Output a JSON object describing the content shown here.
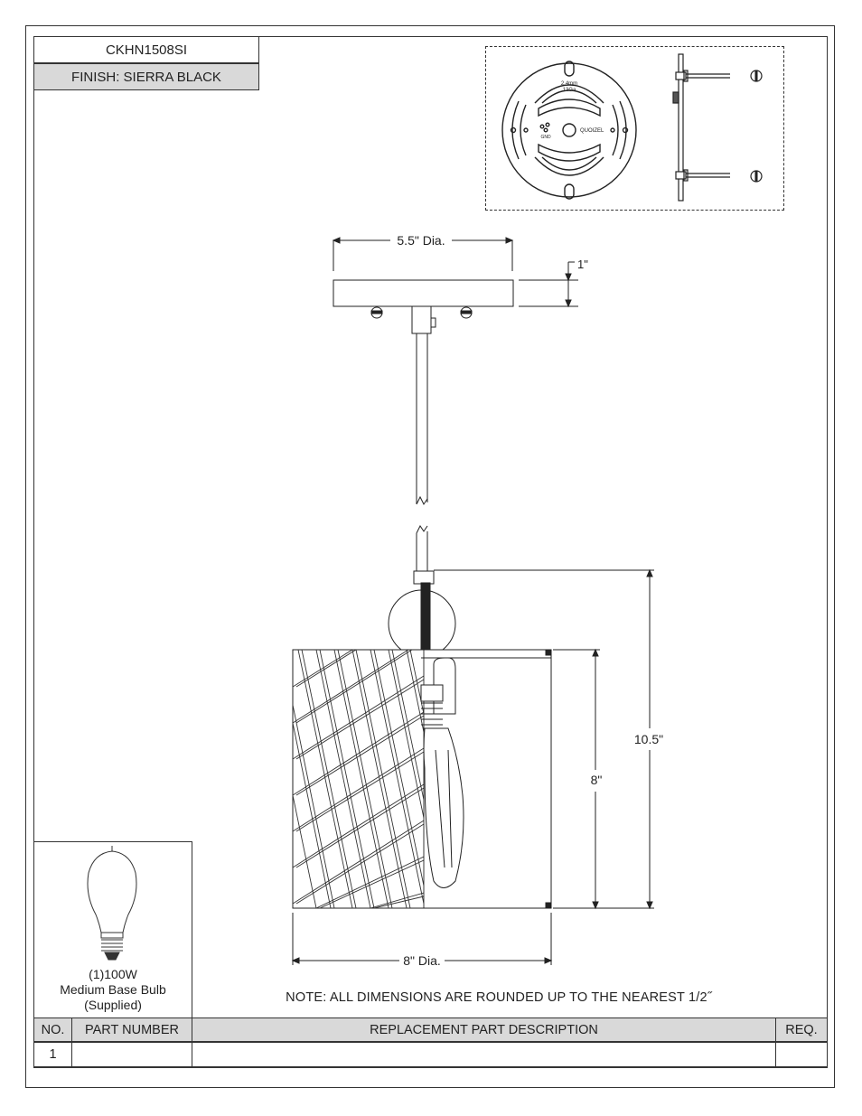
{
  "header": {
    "model": "CKHN1508SI",
    "finish": "FINISH: SIERRA BLACK"
  },
  "hardware": {
    "plate_gauge_1": "2.4mm",
    "plate_gauge_2": "13Ga",
    "ground_label": "GND",
    "brand": "QUOIZEL"
  },
  "dimensions": {
    "canopy_dia": "5.5\" Dia.",
    "canopy_height": "1\"",
    "overall_height": "10.5\"",
    "shade_height": "8\"",
    "shade_dia": "8\" Dia."
  },
  "bulb": {
    "line1": "(1)100W",
    "line2": "Medium Base Bulb",
    "line3": "(Supplied)"
  },
  "note": "NOTE:  ALL DIMENSIONS ARE ROUNDED UP TO THE NEAREST  1/2˝",
  "parts_table": {
    "headers": [
      "NO.",
      "PART NUMBER",
      "REPLACEMENT PART DESCRIPTION",
      "REQ."
    ],
    "rows": [
      [
        "1",
        "",
        "",
        ""
      ]
    ]
  }
}
